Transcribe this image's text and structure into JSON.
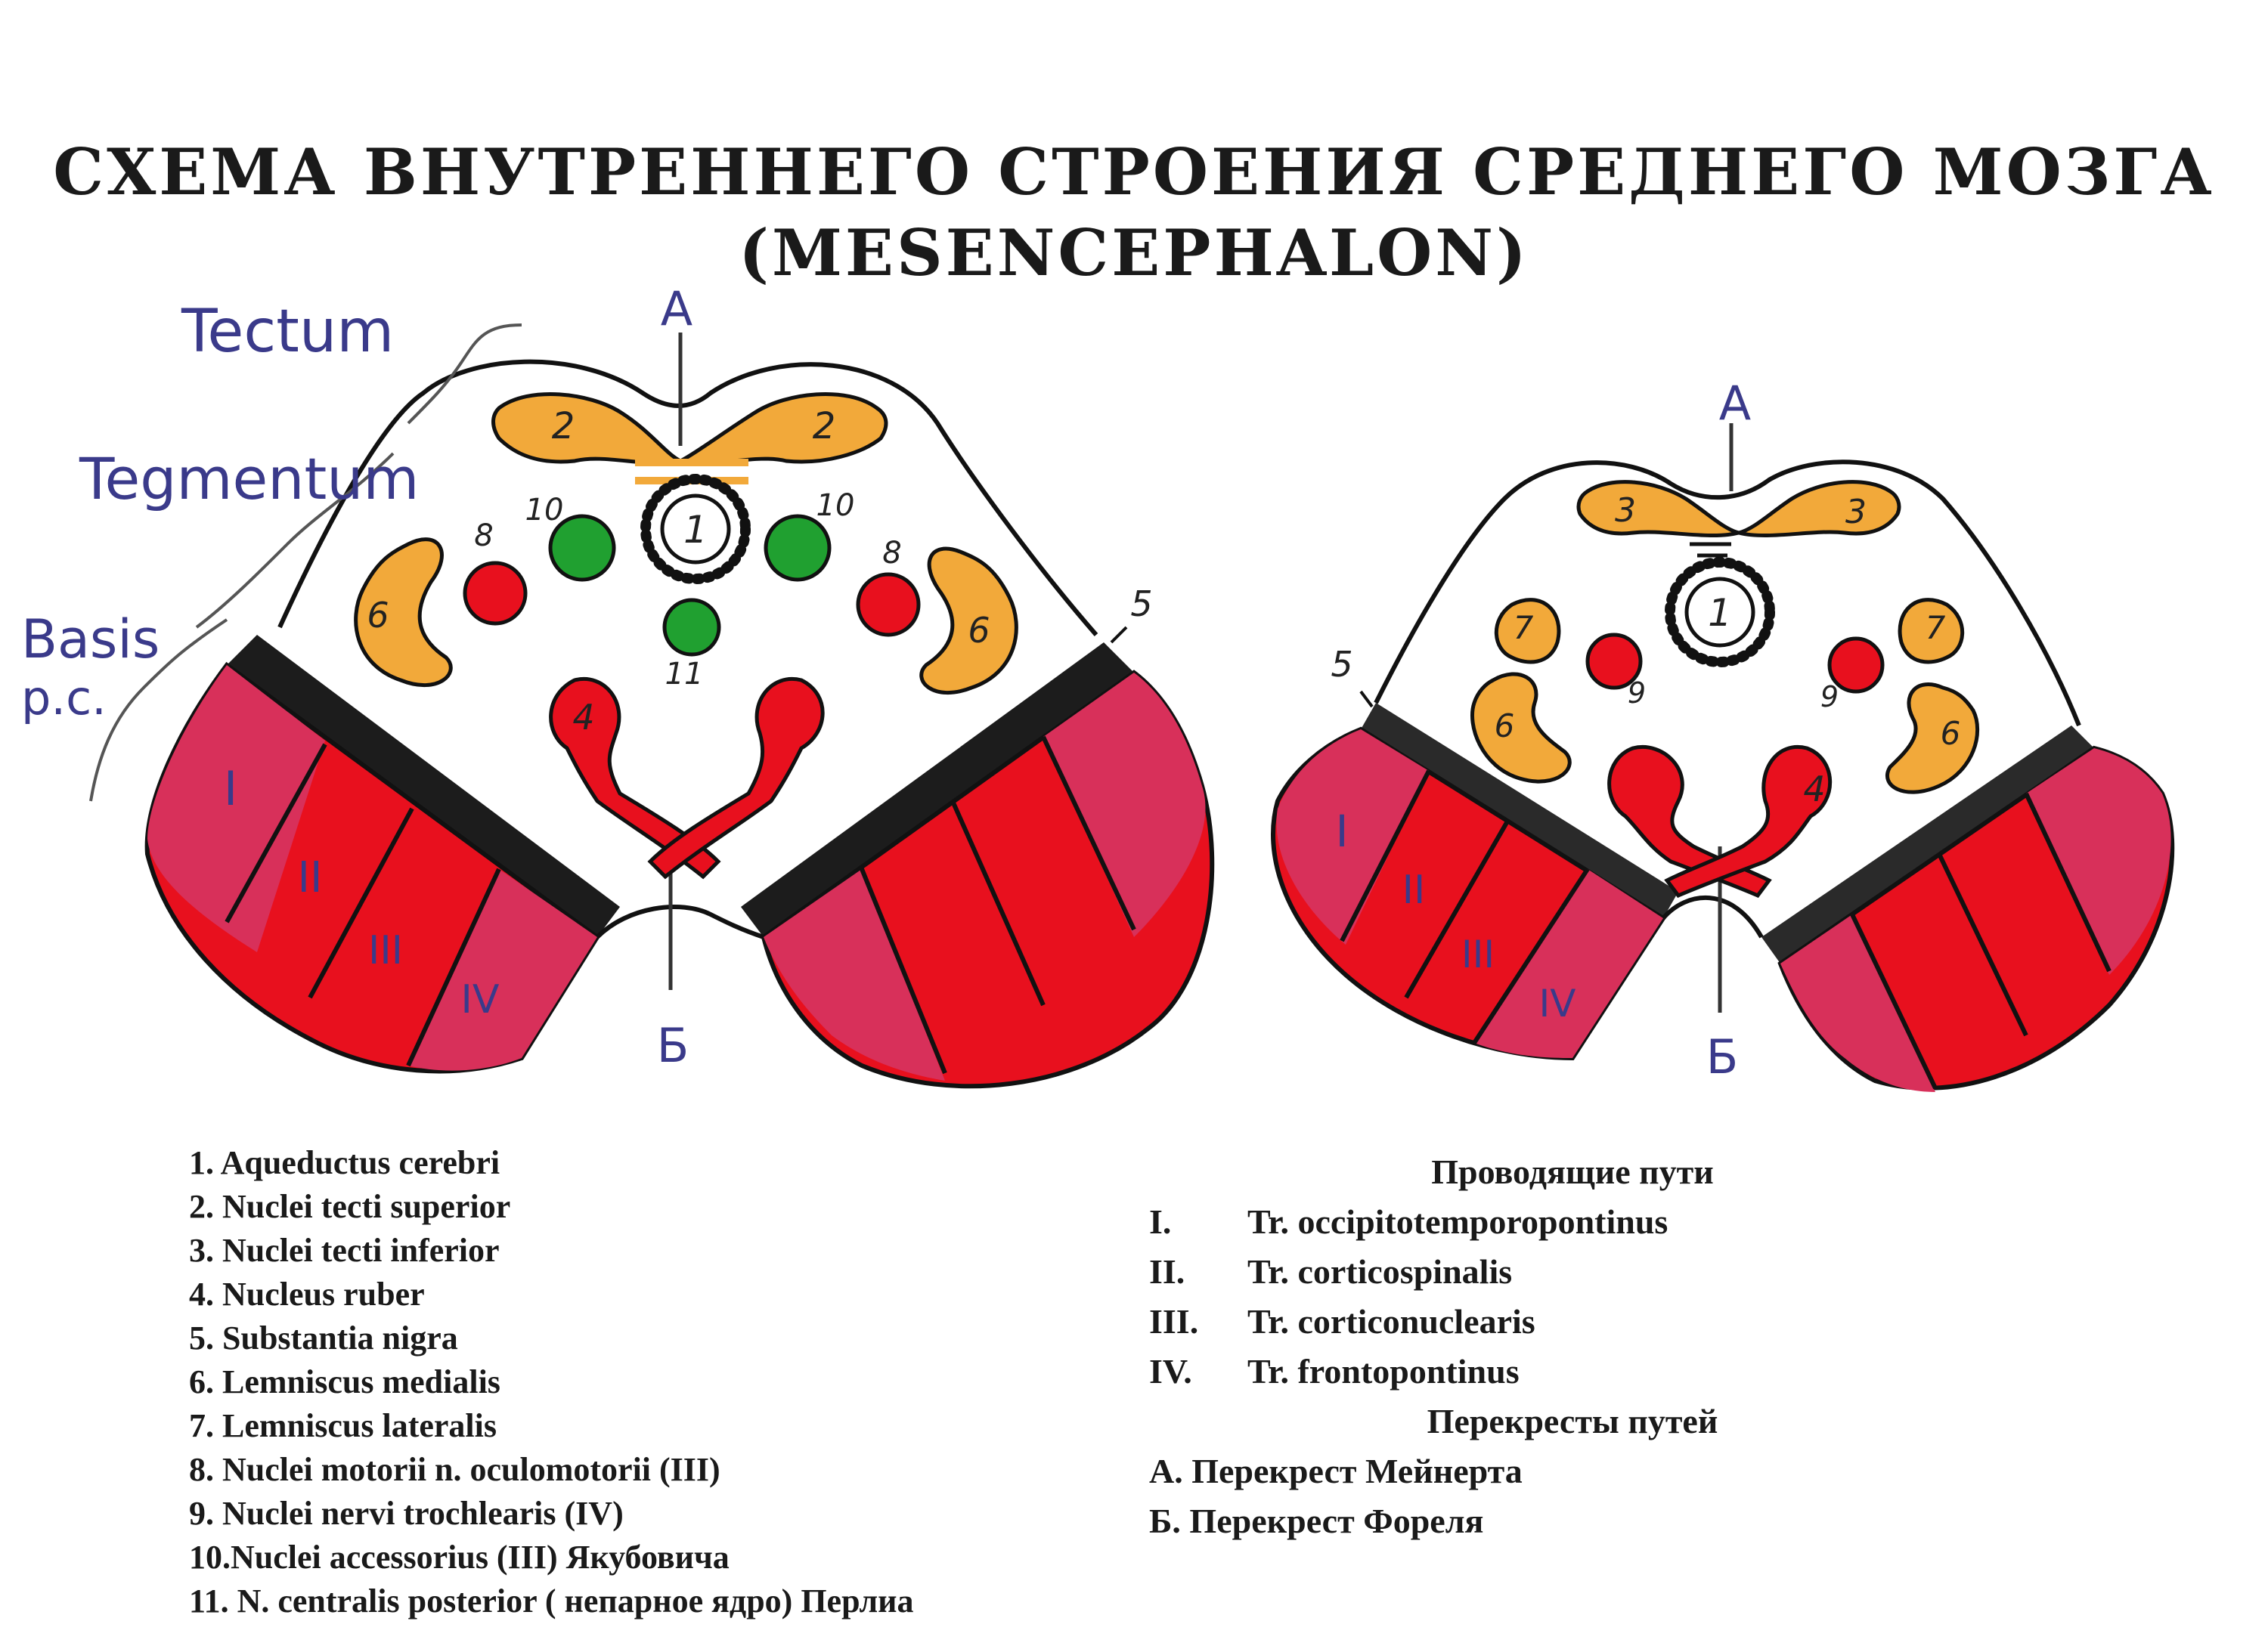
{
  "title": {
    "line1": "СХЕМА ВНУТРЕННЕГО СТРОЕНИЯ СРЕДНЕГО МОЗГА",
    "line2": "(MESENCEPHALON)"
  },
  "side_labels": {
    "tectum": "Tectum",
    "tegmentum": "Tegmentum",
    "basis_1": "Basis",
    "basis_2": "p.c."
  },
  "axis_labels": {
    "top": "A",
    "bottom": "Б"
  },
  "numbers": {
    "n1": "1",
    "n2": "2",
    "n3": "3",
    "n4": "4",
    "n5": "5",
    "n6": "6",
    "n7": "7",
    "n8": "8",
    "n9": "9",
    "n10": "10",
    "n11": "11"
  },
  "roman": {
    "r1": "I",
    "r2": "II",
    "r3": "III",
    "r4": "IV"
  },
  "legend_nuclei": [
    "1.  Aqueductus  cerebri",
    "2.  Nuclei tecti superior",
    "3.  Nuclei tecti inferior",
    "4.  Nucleus  ruber",
    "5.  Substantia  nigra",
    "6.  Lemniscus  medialis",
    "7.  Lemniscus  lateralis",
    "8.  Nuclei motorii n. oculomotorii (III)",
    "9.  Nuclei nervi trochlearis (IV)",
    "10.Nuclei accessorius (III) Якубовича",
    "11. N. centralis posterior ( непарное ядро) Перлиа"
  ],
  "legend_paths": {
    "header": "Проводящие  пути",
    "items": [
      {
        "num": "I.",
        "text": "Tr. occipitotemporopontinus"
      },
      {
        "num": "II.",
        "text": "Tr. corticospinalis"
      },
      {
        "num": "III.",
        "text": "Tr. corticonuclearis"
      },
      {
        "num": "IV.",
        "text": "Tr. frontopontinus"
      }
    ],
    "header2": "Перекресты путей",
    "cross": [
      "А. Перекрест Мейнерта",
      "Б. Перекрест Фореля"
    ]
  },
  "colors": {
    "orange": "#f2a93a",
    "red": "#e8101e",
    "pink": "#d8305a",
    "green": "#20a030",
    "black": "#1c1c1c",
    "ink": "#3a3a8a"
  }
}
